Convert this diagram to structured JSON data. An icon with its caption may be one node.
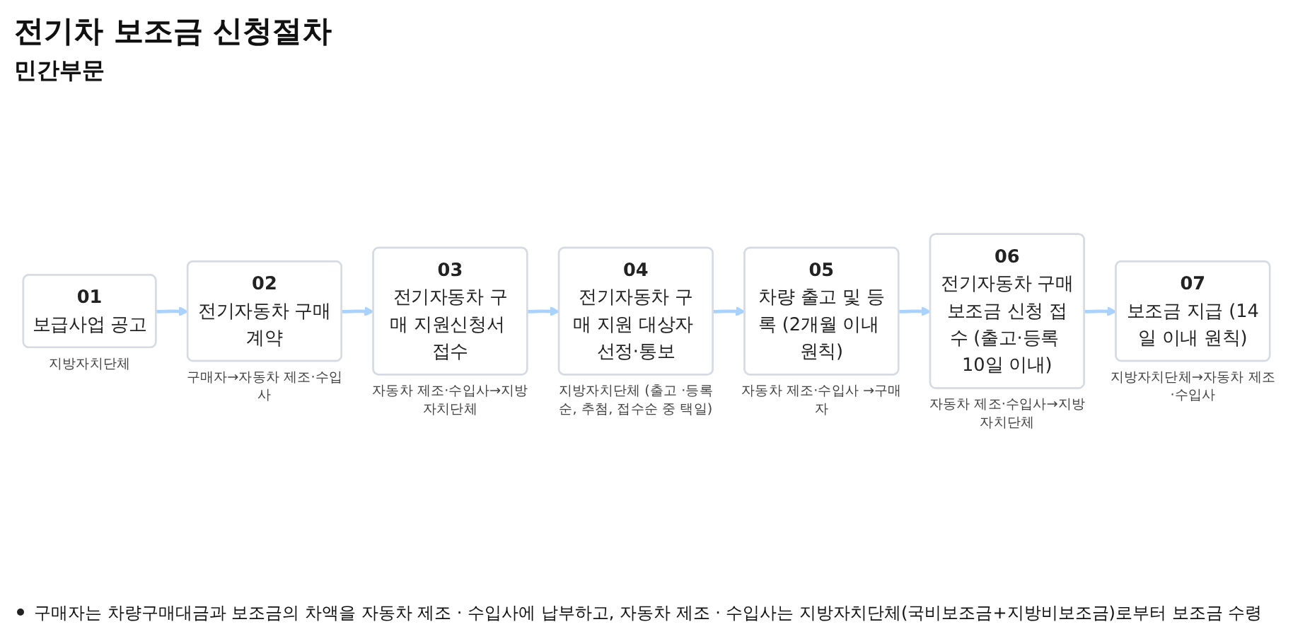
{
  "diagram": {
    "title": "전기차 보조금 신청절차",
    "nodes": [
      {
        "text": [
          "01",
          "보급사업 공고"
        ],
        "beside": [
          "지방자치단체"
        ]
      },
      {
        "text": [
          "02",
          "전기자동차 구매계약"
        ],
        "beside": [
          "구매자→자동차 제조·수입사"
        ]
      },
      {
        "text": [
          "03",
          "전기자동차 구매 지원신청서 접수"
        ],
        "beside": [
          "자동차 제조·수입사→지방자치단체"
        ]
      },
      {
        "text": [
          "04",
          "전기자동차 구매 지원 대상자 선정·통보"
        ],
        "beside": [
          "지방자치단체 (출고 ·등록순, 추첨, 접수순 중 택일)"
        ]
      },
      {
        "text": [
          "05",
          "차량 출고 및 등록 (2개월 이내 원칙)"
        ],
        "beside": [
          "자동차 제조·수입사 →구매자"
        ]
      },
      {
        "text": [
          "06",
          "전기자동차 구매보조금 신청 접수 (출고·등록 10일 이내)"
        ],
        "beside": [
          "자동차 제조·수입사→지방자치단체"
        ]
      },
      {
        "text": [
          "07",
          "보조금 지급 (14일 이내 원칙)"
        ],
        "beside": [
          "지방자치단체→자동차 제조·수입사"
        ]
      }
    ],
    "edges": [
      {
        "from": 0,
        "to": 1,
        "arrow": "to"
      },
      {
        "from": 1,
        "to": 2,
        "arrow": "to"
      },
      {
        "from": 2,
        "to": 3,
        "arrow": "to"
      },
      {
        "from": 3,
        "to": 4,
        "arrow": "to"
      },
      {
        "from": 4,
        "to": 5,
        "arrow": "to"
      },
      {
        "from": 5,
        "to": 6,
        "arrow": "to"
      }
    ],
    "labels": [
      "민간부문",
      "구매자는 차량구매대금과 보조금의 차액을 자동차 제조 · 수입사에 납부하고, 자동차 제조 · 수입사는 지방자치단체(국비보조금+지방비보조금)로부터 보조금 수령"
    ]
  }
}
